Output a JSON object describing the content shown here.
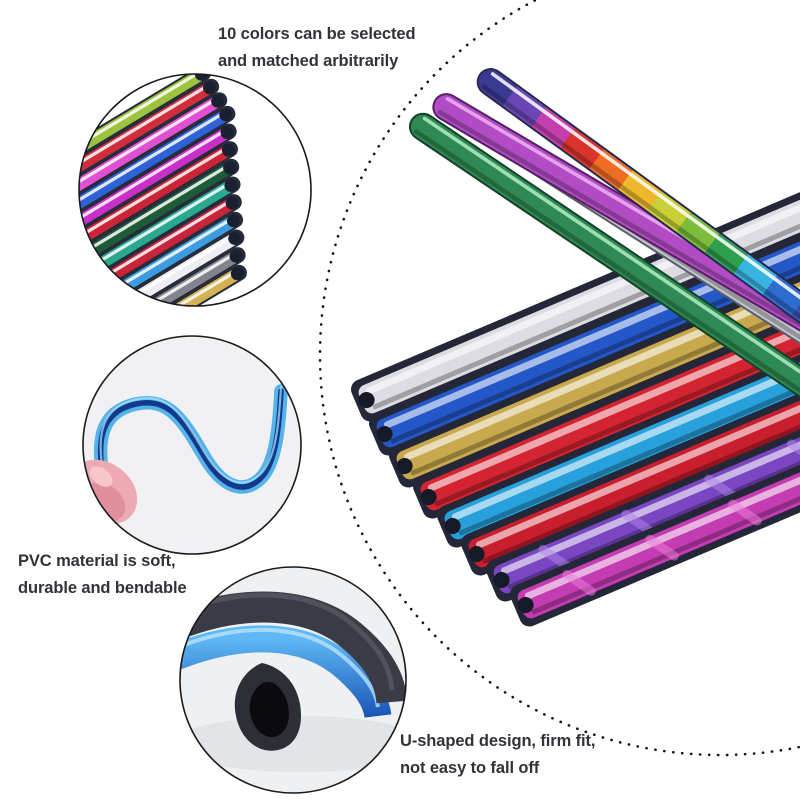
{
  "canvas": {
    "background": "#ffffff",
    "dotted_frame_color": "#151515",
    "circle_outline_color": "#1a1a1a"
  },
  "notes": {
    "colors": {
      "line1": "10 colors can be selected",
      "line2": "and matched arbitrarily"
    },
    "material": {
      "line1": "PVC material is soft,",
      "line2": "durable and bendable"
    },
    "ushape": {
      "line1": "U-shaped design, firm fit,",
      "line2": "not easy to fall off"
    }
  },
  "figures": {
    "assortment_circle": {
      "description": "bundle of metallic colored trim tubes",
      "background": "#ffffff",
      "tube_colors": [
        "#9cc23e",
        "#d02e3c",
        "#e04fd4",
        "#2f62d4",
        "#c92fc9",
        "#cd2438",
        "#1e5c38",
        "#2aa890",
        "#c8243c",
        "#3d9ce0",
        "#eeeef2",
        "#84848e",
        "#d2b254"
      ],
      "edge_color": "#262b3a",
      "tip_color": "#1b2030",
      "highlight": "#ffffff"
    },
    "bend_circle": {
      "description": "finger bending blue strip into S shape",
      "background": "#f1f1f3",
      "strip_outer": "#54b4ea",
      "strip_core": "#123a8c",
      "strip_highlight": "#aee4fa",
      "finger_color": "#edaab2",
      "finger_shade": "#e0909c",
      "finger_light": "#f7c9cd"
    },
    "ushape_circle": {
      "description": "U-channel trim cross section",
      "background": "#eff0f2",
      "shadow": "#dfe1e5",
      "channel_color": "#3b3b45",
      "channel_light": "#6a6a75",
      "strip_top": "#5fb8f4",
      "strip_bottom": "#1a55b8",
      "strip_gloss": "#bfe6fb",
      "cap_color": "#2e2e37",
      "cap_hole": "#0b0b0f"
    },
    "main_photo": {
      "description": "pile of colored PVC trim strips with three sticks on top",
      "edge_color": "#232738",
      "end_color": "#161a26",
      "bed_strips": [
        {
          "name": "silver",
          "face": "#dcdce2",
          "pattern": null
        },
        {
          "name": "blue",
          "face": "#2458c8",
          "pattern": null
        },
        {
          "name": "gold",
          "face": "#c9a94e",
          "pattern": null
        },
        {
          "name": "red",
          "face": "#d42431",
          "pattern": null
        },
        {
          "name": "cyan",
          "face": "#28a0dc",
          "pattern": null
        },
        {
          "name": "red",
          "face": "#c81e2d",
          "pattern": null
        },
        {
          "name": "purple",
          "face": "#7a46c2",
          "pattern": "#b088e6"
        },
        {
          "name": "magenta",
          "face": "#c43cb2",
          "pattern": "#ee82dc"
        }
      ],
      "sticks": [
        {
          "name": "green",
          "face": "#2e8a52",
          "hi": "#b2ecc6",
          "dark": "#16402a"
        },
        {
          "name": "silver",
          "face": "#c4c6ce",
          "hi": "#ffffff",
          "dark": "#5a5c68"
        },
        {
          "name": "orchid",
          "face": "#b14cc4",
          "hi": "#eeb2f4",
          "dark": "#551f62"
        }
      ],
      "rainbow_stick": {
        "dark": "#26264f",
        "segments": [
          "#3a3a92",
          "#6a46b4",
          "#c43fae",
          "#d8342c",
          "#ee6c24",
          "#eeb82c",
          "#c8d038",
          "#7cbe3c",
          "#2e9e50",
          "#38b4e0",
          "#2e6cd0",
          "#3a50b0",
          "#5438a0",
          "#8040b8"
        ]
      }
    }
  }
}
